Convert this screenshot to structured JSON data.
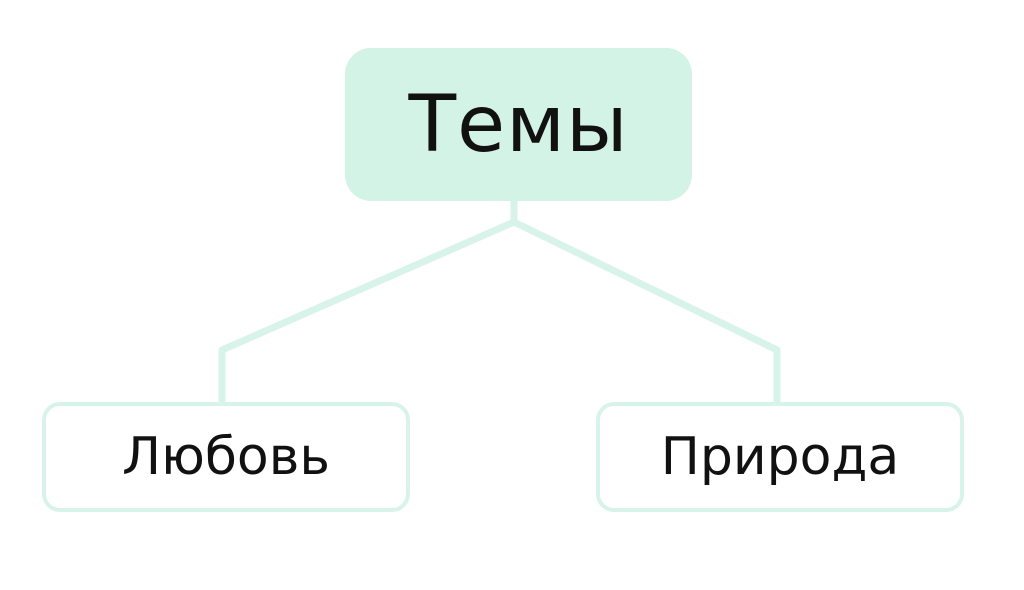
{
  "colors": {
    "root_fill": "#d3f3e7",
    "connector": "#d8f4ea",
    "child_border": "#d8f4ea"
  },
  "root": {
    "label": "Темы"
  },
  "children": [
    {
      "label": "Любовь"
    },
    {
      "label": "Природа"
    }
  ]
}
